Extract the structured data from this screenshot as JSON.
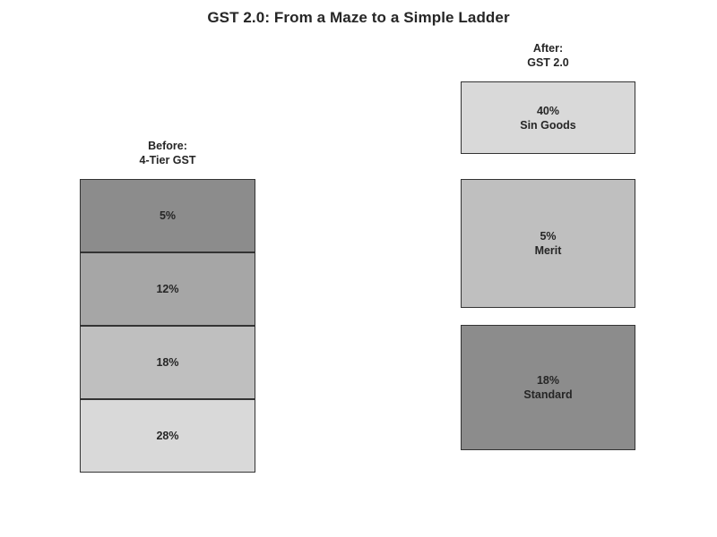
{
  "chart_data": {
    "type": "bar",
    "title": "GST 2.0: From a Maze to a Simple Ladder",
    "xlabel": "",
    "ylabel": "",
    "grid": false,
    "legend": null,
    "background_color": "#ffffff",
    "text_color": "#262626",
    "border_color": "#333333",
    "columns": [
      {
        "id": "before",
        "header": "Before:\n4-Tier GST",
        "header_line1": "Before:",
        "header_line2": "4-Tier GST",
        "layout": "contiguous-stack",
        "segments": [
          {
            "rate": "5%",
            "value": 5,
            "label": "5%",
            "name": "",
            "fill": "#8C8C8C"
          },
          {
            "rate": "12%",
            "value": 12,
            "label": "12%",
            "name": "",
            "fill": "#A6A6A6"
          },
          {
            "rate": "18%",
            "value": 18,
            "label": "18%",
            "name": "",
            "fill": "#BFBFBF"
          },
          {
            "rate": "28%",
            "value": 28,
            "label": "28%",
            "name": "",
            "fill": "#D9D9D9"
          }
        ]
      },
      {
        "id": "after",
        "header": "After:\nGST 2.0",
        "header_line1": "After:",
        "header_line2": "GST 2.0",
        "layout": "separated-boxes",
        "segments": [
          {
            "rate": "40%",
            "value": 40,
            "label": "40%\nSin Goods",
            "name": "Sin Goods",
            "fill": "#D9D9D9"
          },
          {
            "rate": "5%",
            "value": 5,
            "label": "5%\nMerit",
            "name": "Merit",
            "fill": "#BFBFBF"
          },
          {
            "rate": "18%",
            "value": 18,
            "label": "18%\nStandard",
            "name": "Standard",
            "fill": "#8C8C8C"
          }
        ]
      }
    ]
  }
}
